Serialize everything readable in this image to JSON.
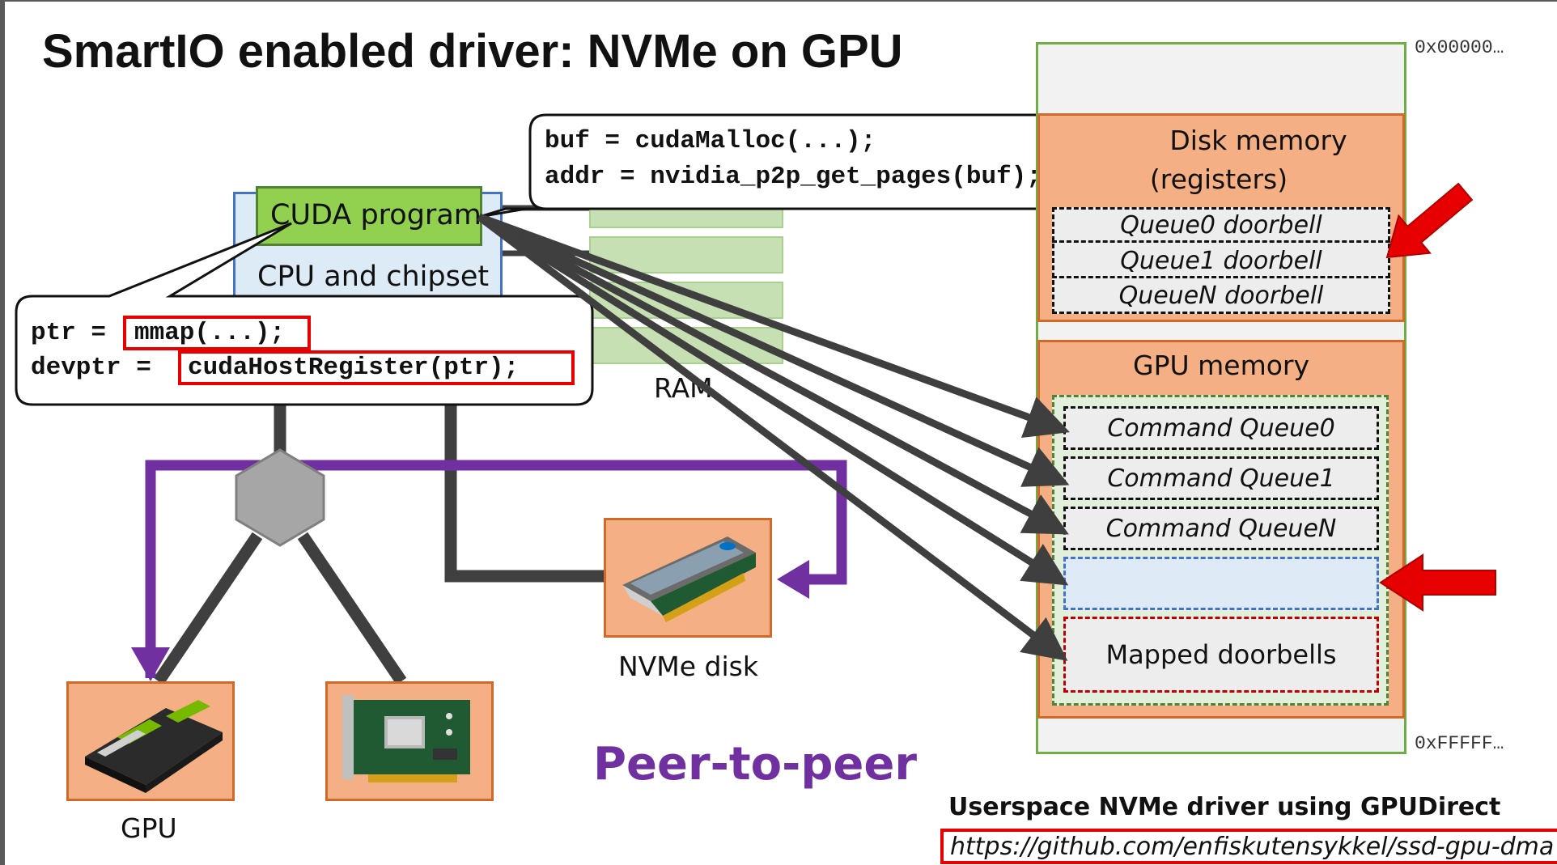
{
  "title": "SmartIO enabled driver: NVMe on GPU",
  "cpu": {
    "label": "CPU and chipset",
    "cuda_label": "CUDA program"
  },
  "ram": {
    "label": "RAM"
  },
  "code_top": {
    "line1": "buf = cudaMalloc(...);",
    "line2": "addr = nvidia_p2p_get_pages(buf);"
  },
  "code_left": {
    "line1_prefix": "ptr = ",
    "line1_call": "mmap(...);",
    "line2_prefix": "devptr = ",
    "line2_call": "cudaHostRegister(ptr);"
  },
  "devices": {
    "gpu_label": "GPU",
    "nvme_label": "NVMe disk"
  },
  "p2p_label": "Peer-to-peer",
  "memory_map": {
    "addr_top": "0x00000…",
    "addr_bottom": "0xFFFFF…",
    "disk_region_line1": "Disk memory",
    "disk_region_line2": "(registers)",
    "doorbells": [
      "Queue0 doorbell",
      "Queue1 doorbell",
      "QueueN doorbell"
    ],
    "gpu_region": "GPU memory",
    "command_queues": [
      "Command Queue0",
      "Command Queue1",
      "Command QueueN"
    ],
    "mapped_doorbells": "Mapped doorbells"
  },
  "footer": {
    "caption": "Userspace NVMe driver using GPUDirect",
    "link": "https://github.com/enfiskutensykkel/ssd-gpu-dma"
  },
  "colors": {
    "accent_purple": "#7030a0",
    "highlight_red": "#e60000",
    "device_orange": "#f4b084",
    "cuda_green": "#92d050",
    "ram_green": "#c6e0b4"
  },
  "icons": [
    "gpu-card-icon",
    "network-card-icon",
    "nvme-card-icon",
    "switch-hexagon-icon",
    "red-arrow-icon"
  ]
}
